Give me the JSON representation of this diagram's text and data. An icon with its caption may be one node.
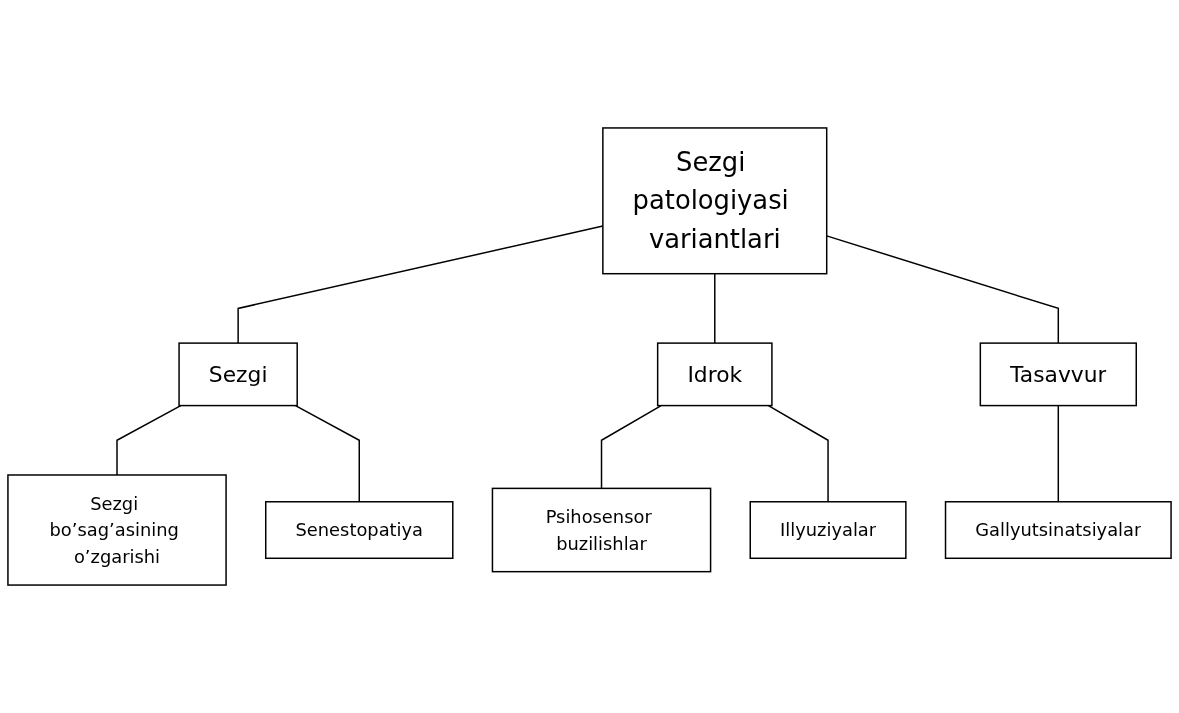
{
  "diagram": {
    "nodes": [
      {
        "text": [
          "Sezgi patologiyasi variantlari"
        ]
      },
      {
        "text": [
          "Sezgi"
        ]
      },
      {
        "text": [
          "Idrok"
        ]
      },
      {
        "text": [
          "Tasavvur"
        ]
      },
      {
        "text": [
          "Sezgi bo’sag’asining o’zgarishi"
        ]
      },
      {
        "text": [
          "Senestopatiya"
        ]
      },
      {
        "text": [
          "Psihosensor buzilishlar"
        ]
      },
      {
        "text": [
          "Illyuziyalar"
        ]
      },
      {
        "text": [
          "Gallyutsinatsiyalar"
        ]
      }
    ],
    "edges": [
      {
        "from": 0,
        "to": 1,
        "arrow": "none"
      },
      {
        "from": 0,
        "to": 2,
        "arrow": "none"
      },
      {
        "from": 0,
        "to": 3,
        "arrow": "none"
      },
      {
        "from": 1,
        "to": 4,
        "arrow": "none"
      },
      {
        "from": 1,
        "to": 5,
        "arrow": "none"
      },
      {
        "from": 2,
        "to": 6,
        "arrow": "none"
      },
      {
        "from": 2,
        "to": 7,
        "arrow": "none"
      },
      {
        "from": 3,
        "to": 8,
        "arrow": "none"
      }
    ]
  }
}
